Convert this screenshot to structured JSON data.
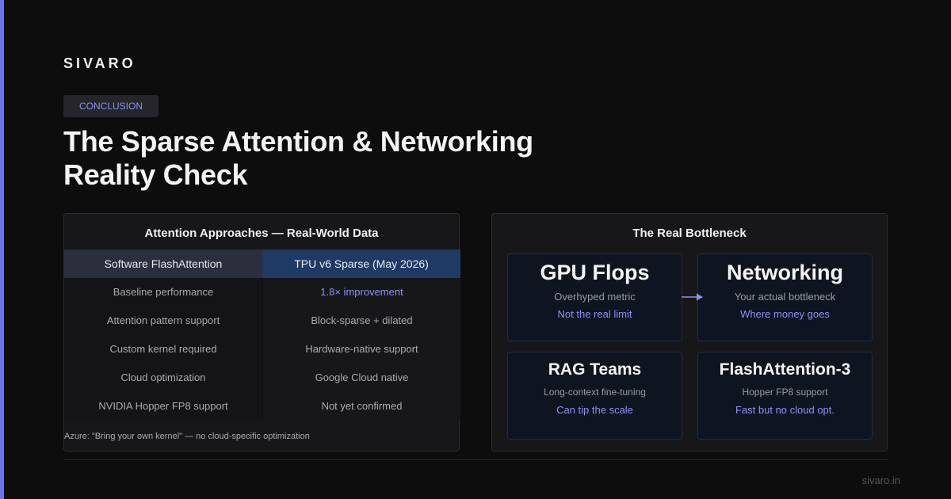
{
  "brand": "SIVARO",
  "tag": "CONCLUSION",
  "title": "The Sparse Attention & Networking Reality Check",
  "colors": {
    "accent": "#6f72ee",
    "highlight": "#8d8ff5",
    "background": "#0d0d0e"
  },
  "left_panel": {
    "title": "Attention Approaches — Real-World Data",
    "headers": [
      "Software FlashAttention",
      "TPU v6 Sparse (May 2026)"
    ],
    "rows": [
      [
        "Baseline performance",
        "1.8× improvement"
      ],
      [
        "Attention pattern support",
        "Block-sparse + dilated"
      ],
      [
        "Custom kernel required",
        "Hardware-native support"
      ],
      [
        "Cloud optimization",
        "Google Cloud native"
      ],
      [
        "NVIDIA Hopper FP8 support",
        "Not yet confirmed"
      ]
    ],
    "footnote": "Azure: \"Bring your own kernel\" — no cloud-specific optimization"
  },
  "right_panel": {
    "title": "The Real Bottleneck",
    "cards": [
      {
        "title": "GPU Flops",
        "sub": "Overhyped metric",
        "note": "Not the real limit"
      },
      {
        "title": "Networking",
        "sub": "Your actual bottleneck",
        "note": "Where money goes"
      },
      {
        "title": "RAG Teams",
        "sub": "Long-context fine-tuning",
        "note": "Can tip the scale"
      },
      {
        "title": "FlashAttention-3",
        "sub": "Hopper FP8 support",
        "note": "Fast but no cloud opt."
      }
    ],
    "arrow_icon": "arrow-right-icon"
  },
  "footer": {
    "site": "sivaro.in"
  }
}
